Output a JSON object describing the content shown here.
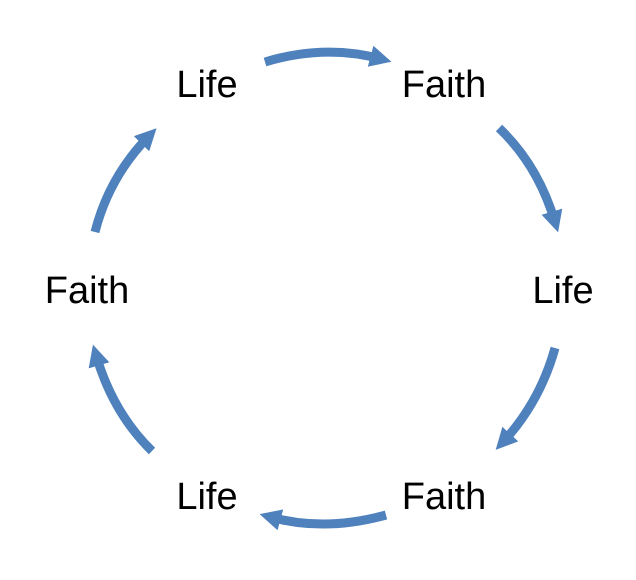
{
  "cycle": {
    "accent_color": "#4F81BD",
    "text_color": "#000000",
    "nodes": [
      {
        "label": "Life"
      },
      {
        "label": "Faith"
      },
      {
        "label": "Life"
      },
      {
        "label": "Faith"
      },
      {
        "label": "Life"
      },
      {
        "label": "Faith"
      }
    ]
  }
}
